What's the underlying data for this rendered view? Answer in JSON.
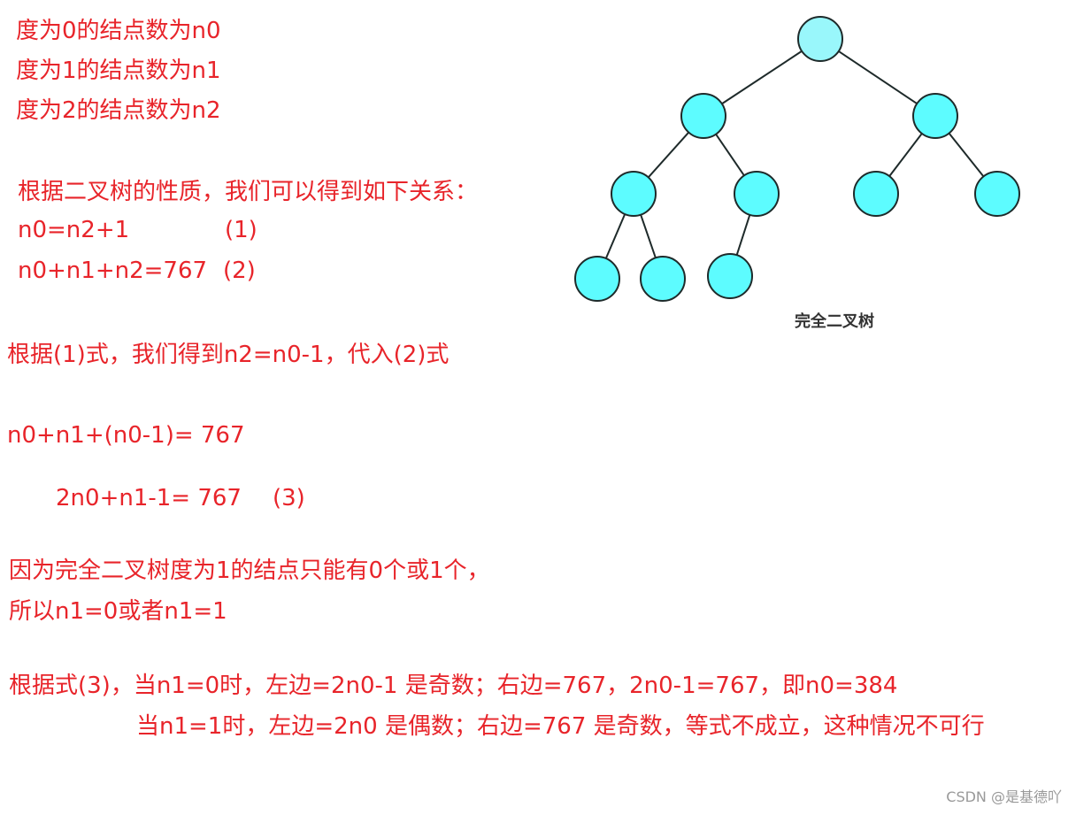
{
  "colors": {
    "text_accent": "#e8242a",
    "root_fill": "#99f7fb",
    "node_fill": "#5dfcff",
    "node_stroke": "#1e2a2a",
    "edge": "#1e2a2a",
    "caption": "#333333",
    "watermark": "#999999"
  },
  "definitions": [
    "度为0的结点数为n0",
    "度为1的结点数为n1",
    "度为2的结点数为n2"
  ],
  "properties_intro": "根据二叉树的性质，我们可以得到如下关系：",
  "equations": [
    {
      "expr": "n0=n2+1",
      "tag": "(1)"
    },
    {
      "expr": "n0+n1+n2=767",
      "tag": "(2)"
    }
  ],
  "derivation": {
    "substitution": "根据(1)式，我们得到n2=n0-1，代入(2)式",
    "expanded": "n0+n1+(n0-1)= 767",
    "simplified": "2n0+n1-1= 767",
    "simplified_tag": "(3)"
  },
  "reasoning": {
    "line1": "因为完全二叉树度为1的结点只能有0个或1个，",
    "line2": "所以n1=0或者n1=1"
  },
  "conclusion": {
    "case0": "根据式(3)，当n1=0时，左边=2n0-1 是奇数；右边=767，2n0-1=767，即n0=384",
    "case1": "当n1=1时，左边=2n0 是偶数；右边=767 是奇数，等式不成立，这种情况不可行"
  },
  "tree": {
    "caption": "完全二叉树",
    "node_count": 10,
    "edges": [
      [
        0,
        1
      ],
      [
        0,
        2
      ],
      [
        1,
        3
      ],
      [
        1,
        4
      ],
      [
        2,
        5
      ],
      [
        2,
        6
      ],
      [
        3,
        7
      ],
      [
        3,
        8
      ],
      [
        4,
        9
      ]
    ]
  },
  "watermark": "CSDN @是基德吖"
}
